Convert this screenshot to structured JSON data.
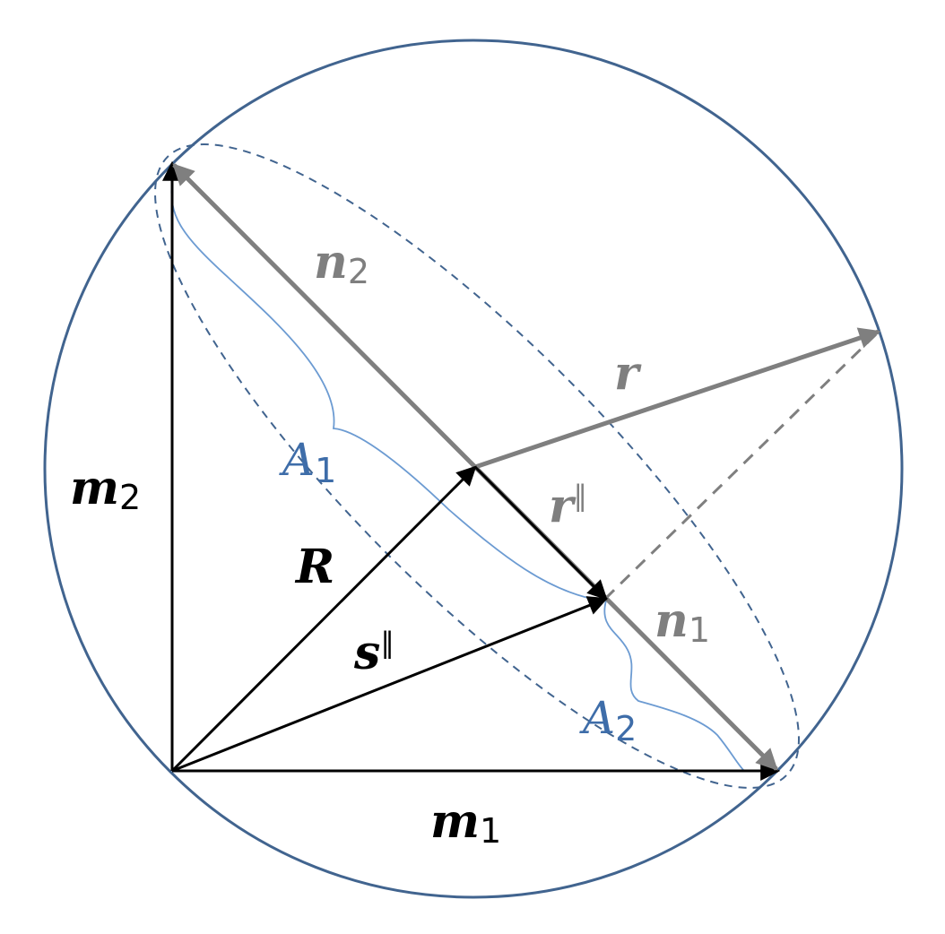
{
  "colors": {
    "circle": "#41648f",
    "ellipse": "#41648f",
    "black": "#000000",
    "gray": "#7f7f7f",
    "blue": "#3e6da9",
    "brace": "#6c9bd2"
  },
  "labels": {
    "m1": {
      "main": "m",
      "sub": "1"
    },
    "m2": {
      "main": "m",
      "sub": "2"
    },
    "n1": {
      "main": "n",
      "sub": "1"
    },
    "n2": {
      "main": "n",
      "sub": "2"
    },
    "r": {
      "main": "r"
    },
    "r_par": {
      "main": "r",
      "sup": "∥"
    },
    "R": {
      "main": "R"
    },
    "s_par": {
      "main": "s",
      "sup": "∥"
    },
    "A1": {
      "main": "A",
      "sub": "1"
    },
    "A2": {
      "main": "A",
      "sub": "2"
    }
  }
}
